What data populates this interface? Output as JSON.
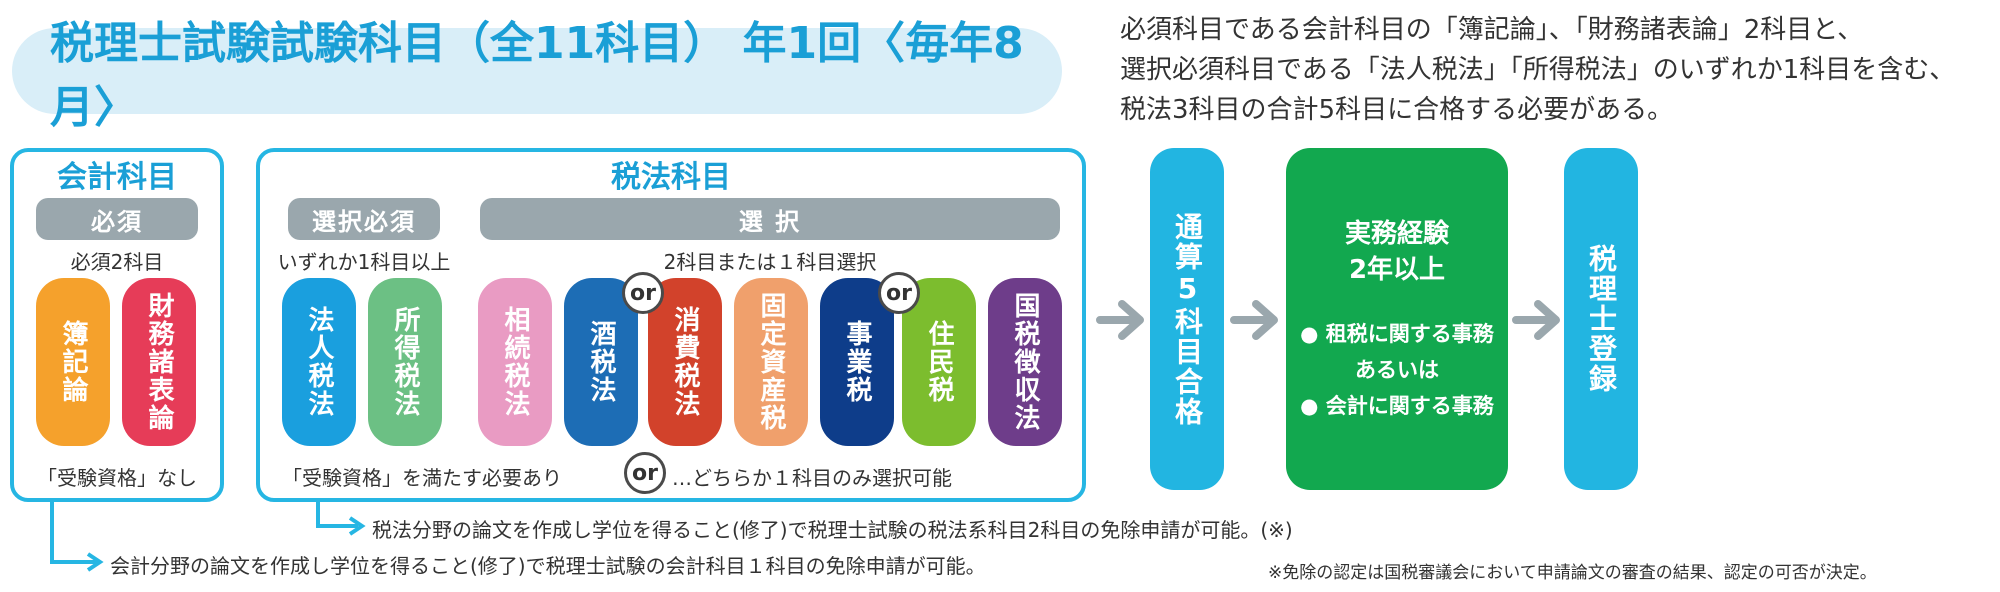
{
  "title": "税理士試験試験科目（全11科目） 年1回〈毎年8月〉",
  "description": [
    "必須科目である会計科目の「簿記論」、「財務諸表論」2科目と、",
    "選択必須科目である「法人税法」「所得税法」のいずれか1科目を含む、",
    "税法3科目の合計5科目に合格する必要がある。"
  ],
  "accounting": {
    "title": "会計科目",
    "required_label": "必須",
    "required_count": "必須2科目",
    "subjects": [
      {
        "name": "簿記論",
        "color": "#f5a12c"
      },
      {
        "name": "財務諸表論",
        "color": "#e63c58"
      }
    ],
    "footer": "「受験資格」なし"
  },
  "tax": {
    "title": "税法科目",
    "elective_required_label": "選択必須",
    "elective_required_note": "いずれか1科目以上",
    "elective_label": "選 択",
    "elective_note": "2科目または１科目選択",
    "subjects": [
      {
        "name": "法人税法",
        "color": "#1a9fde"
      },
      {
        "name": "所得税法",
        "color": "#6cc084"
      },
      {
        "name": "相続税法",
        "color": "#e99bc3"
      },
      {
        "name": "酒税法",
        "color": "#1d6db5"
      },
      {
        "name": "消費税法",
        "color": "#d2422b"
      },
      {
        "name": "固定資産税",
        "color": "#f0a06c"
      },
      {
        "name": "事業税",
        "color": "#0e3d8a"
      },
      {
        "name": "住民税",
        "color": "#7cbd2e"
      },
      {
        "name": "国税徴収法",
        "color": "#6e3d8a"
      }
    ],
    "or_label": "or",
    "footer_left": "「受験資格」を満たす必要あり",
    "footer_or_note": "…どちらか１科目のみ選択可能"
  },
  "flow": {
    "step1": "通算5科目合格",
    "step2_title": "実務経験\n2年以上",
    "step2_items": [
      "● 租税に関する事務",
      "あるいは",
      "● 会計に関する事務"
    ],
    "step3": "税理士登録"
  },
  "notes": {
    "tax_exemption": "税法分野の論文を作成し学位を得ること(修了)で税理士試験の税法系科目2科目の免除申請が可能。(※)",
    "accounting_exemption": "会計分野の論文を作成し学位を得ること(修了)で税理士試験の会計科目１科目の免除申請が可能。",
    "footnote": "※免除の認定は国税審議会において申請論文の審査の結果、認定の可否が決定。"
  },
  "colors": {
    "accent": "#26b6e3",
    "flow_step": "#22b5e1",
    "experience": "#12a84f",
    "gray_pill": "#9aa7ad"
  }
}
